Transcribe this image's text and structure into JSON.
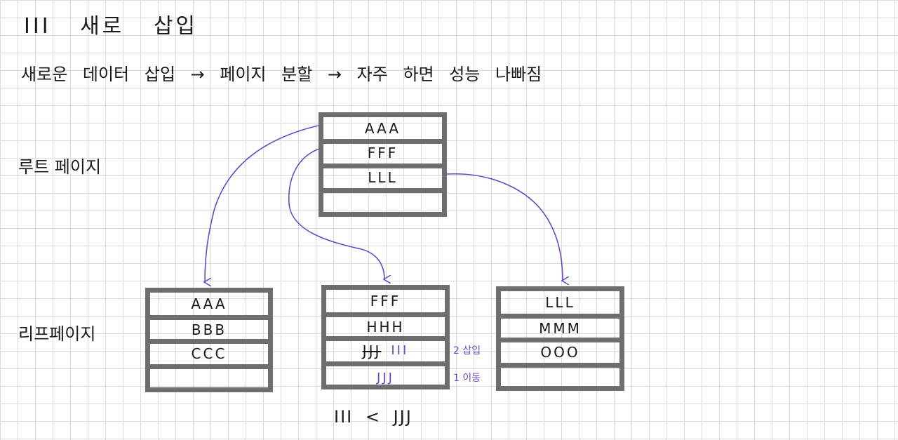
{
  "title": "III 새로 삽입",
  "subtitle": "새로운 데이터 삽입 → 페이지 분할 → 자주 하면 성능 나빠짐",
  "labels": {
    "root": "루트 페이지",
    "leaf": "리프페이지"
  },
  "root_page": {
    "rows": [
      "AAA",
      "FFF",
      "LLL",
      ""
    ]
  },
  "leaf_pages": [
    {
      "rows": [
        "AAA",
        "BBB",
        "CCC",
        ""
      ]
    },
    {
      "rows": [
        "FFF",
        "HHH",
        "JJJ",
        "JJJ"
      ]
    },
    {
      "rows": [
        "LLL",
        "MMM",
        "OOO",
        ""
      ]
    }
  ],
  "leaf_b_edit": {
    "inserted": "III",
    "note_insert": "2 삽입",
    "note_move": "1 이동"
  },
  "comparison": "III < JJJ",
  "colors": {
    "grid": "#dcdcdc",
    "box": "#6d6e70",
    "pointer": "#6a49c9",
    "ink": "#1a1a1a"
  }
}
